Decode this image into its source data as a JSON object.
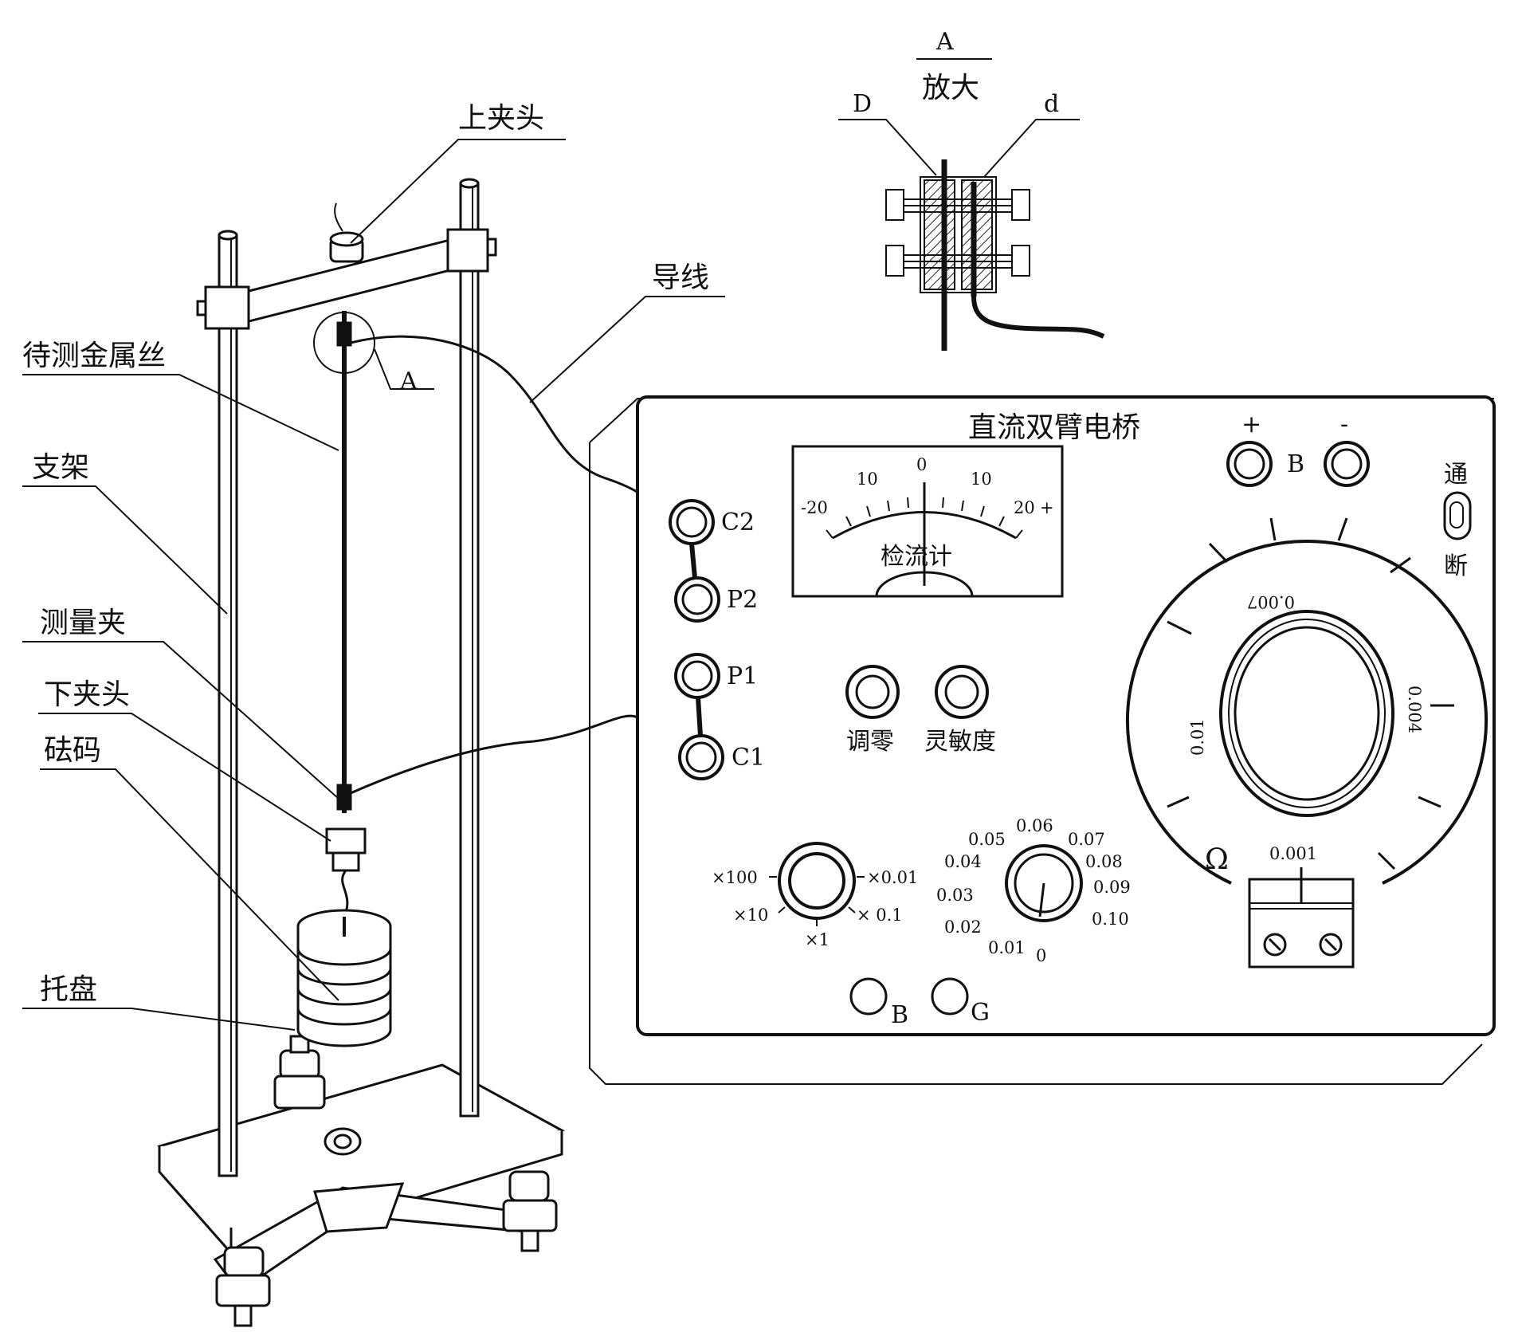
{
  "labels": {
    "upper_clamp": "上夹头",
    "wire_under_test": "待测金属丝",
    "stand": "支架",
    "measuring_clip": "测量夹",
    "lower_clamp": "下夹头",
    "weights": "砝码",
    "tray": "托盘",
    "lead_wire": "导线",
    "detail_mark": "A"
  },
  "detail": {
    "title": "A",
    "subtitle": "放大",
    "label_D": "D",
    "label_d": "d"
  },
  "bridge": {
    "title": "直流双臂电桥",
    "galvanometer": {
      "label": "检流计",
      "scale": [
        "-20",
        "10",
        "0",
        "10",
        "20",
        "+"
      ]
    },
    "terminals": {
      "c2": "C2",
      "p2": "P2",
      "p1": "P1",
      "c1": "C1"
    },
    "battery": {
      "plus": "+",
      "minus": "-",
      "label": "B"
    },
    "switch": {
      "on": "通",
      "off": "断"
    },
    "buttons": {
      "zero": "调零",
      "sensitivity": "灵敏度",
      "b": "B",
      "g": "G"
    },
    "multiplier": [
      "×100",
      "×10",
      "×1",
      "× 0.1",
      "×0.01"
    ],
    "step_dial": [
      "0",
      "0.01",
      "0.02",
      "0.03",
      "0.04",
      "0.05",
      "0.06",
      "0.07",
      "0.08",
      "0.09",
      "0.10"
    ],
    "slide_dial": {
      "top": "0.007",
      "right": "0.004",
      "left": "0.01",
      "bottom": "0.001",
      "unit": "Ω"
    }
  }
}
